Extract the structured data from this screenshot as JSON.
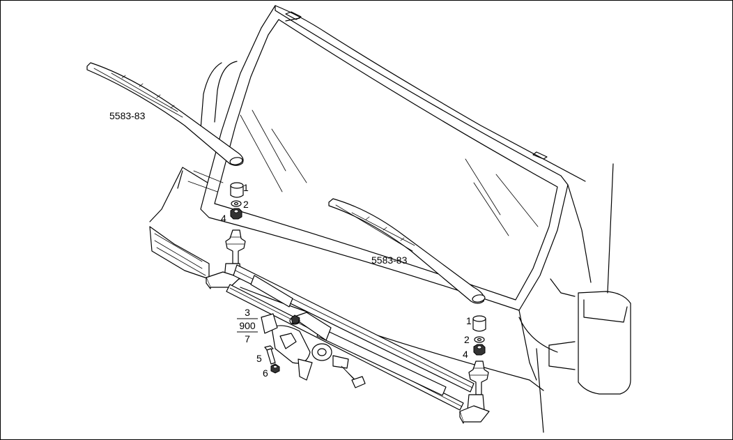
{
  "parts": {
    "blade_left": "5583-83",
    "blade_right": "5583-83",
    "left_callouts": [
      "1",
      "2",
      "4"
    ],
    "right_callouts": [
      "1",
      "2",
      "4"
    ],
    "fraction": {
      "top": "3",
      "middle": "900",
      "bottom": "7"
    },
    "bolt": "5",
    "nut": "6"
  }
}
